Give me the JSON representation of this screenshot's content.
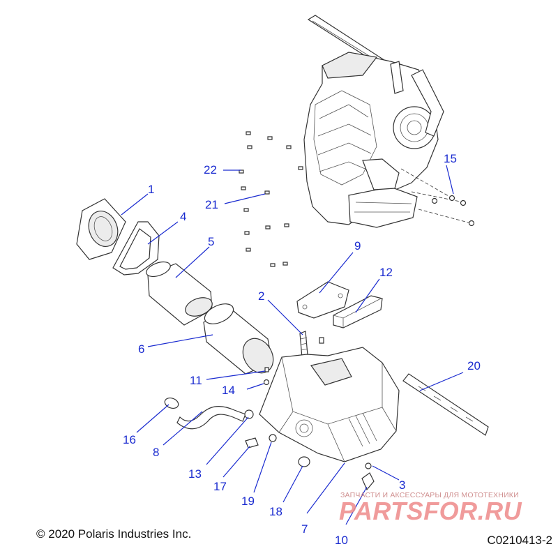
{
  "callouts": [
    {
      "number": "1"
    },
    {
      "number": "2"
    },
    {
      "number": "3"
    },
    {
      "number": "4"
    },
    {
      "number": "5"
    },
    {
      "number": "6"
    },
    {
      "number": "7"
    },
    {
      "number": "8"
    },
    {
      "number": "9"
    },
    {
      "number": "10"
    },
    {
      "number": "11"
    },
    {
      "number": "12"
    },
    {
      "number": "13"
    },
    {
      "number": "14"
    },
    {
      "number": "15"
    },
    {
      "number": "16"
    },
    {
      "number": "17"
    },
    {
      "number": "18"
    },
    {
      "number": "19"
    },
    {
      "number": "20"
    },
    {
      "number": "21"
    },
    {
      "number": "22"
    }
  ],
  "footer": {
    "copyright": "© 2020 Polaris Industries Inc.",
    "diagram_code": "C0210413-2"
  },
  "watermark": {
    "caption": "ЗАПЧАСТИ И АКСЕССУАРЫ ДЛЯ МОТОТЕХНИКИ",
    "logo_text": "PARTSFOR.RU"
  },
  "colors": {
    "callout": "#1a2bd0",
    "line_art": "#333333",
    "watermark": "#ee8a8a"
  }
}
